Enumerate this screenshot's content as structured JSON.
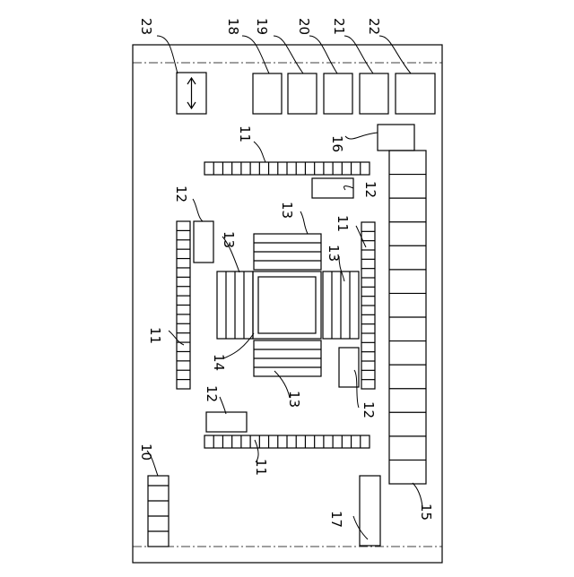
{
  "labels": {
    "board": "",
    "l10": "10",
    "l11a": "11",
    "l11b": "11",
    "l11c": "11",
    "l11d": "11",
    "l12a": "12",
    "l12b": "12",
    "l12c": "12",
    "l12d": "12",
    "l13a": "13",
    "l13b": "13",
    "l13c": "13",
    "l13d": "13",
    "l14": "14",
    "l15": "15",
    "l16": "16",
    "l17": "17",
    "l18": "18",
    "l19": "19",
    "l20": "20",
    "l21": "21",
    "l22": "22",
    "l23": "23"
  },
  "connector_slots": 14,
  "row_connector_pins": 18,
  "col_connector_pins": 18
}
